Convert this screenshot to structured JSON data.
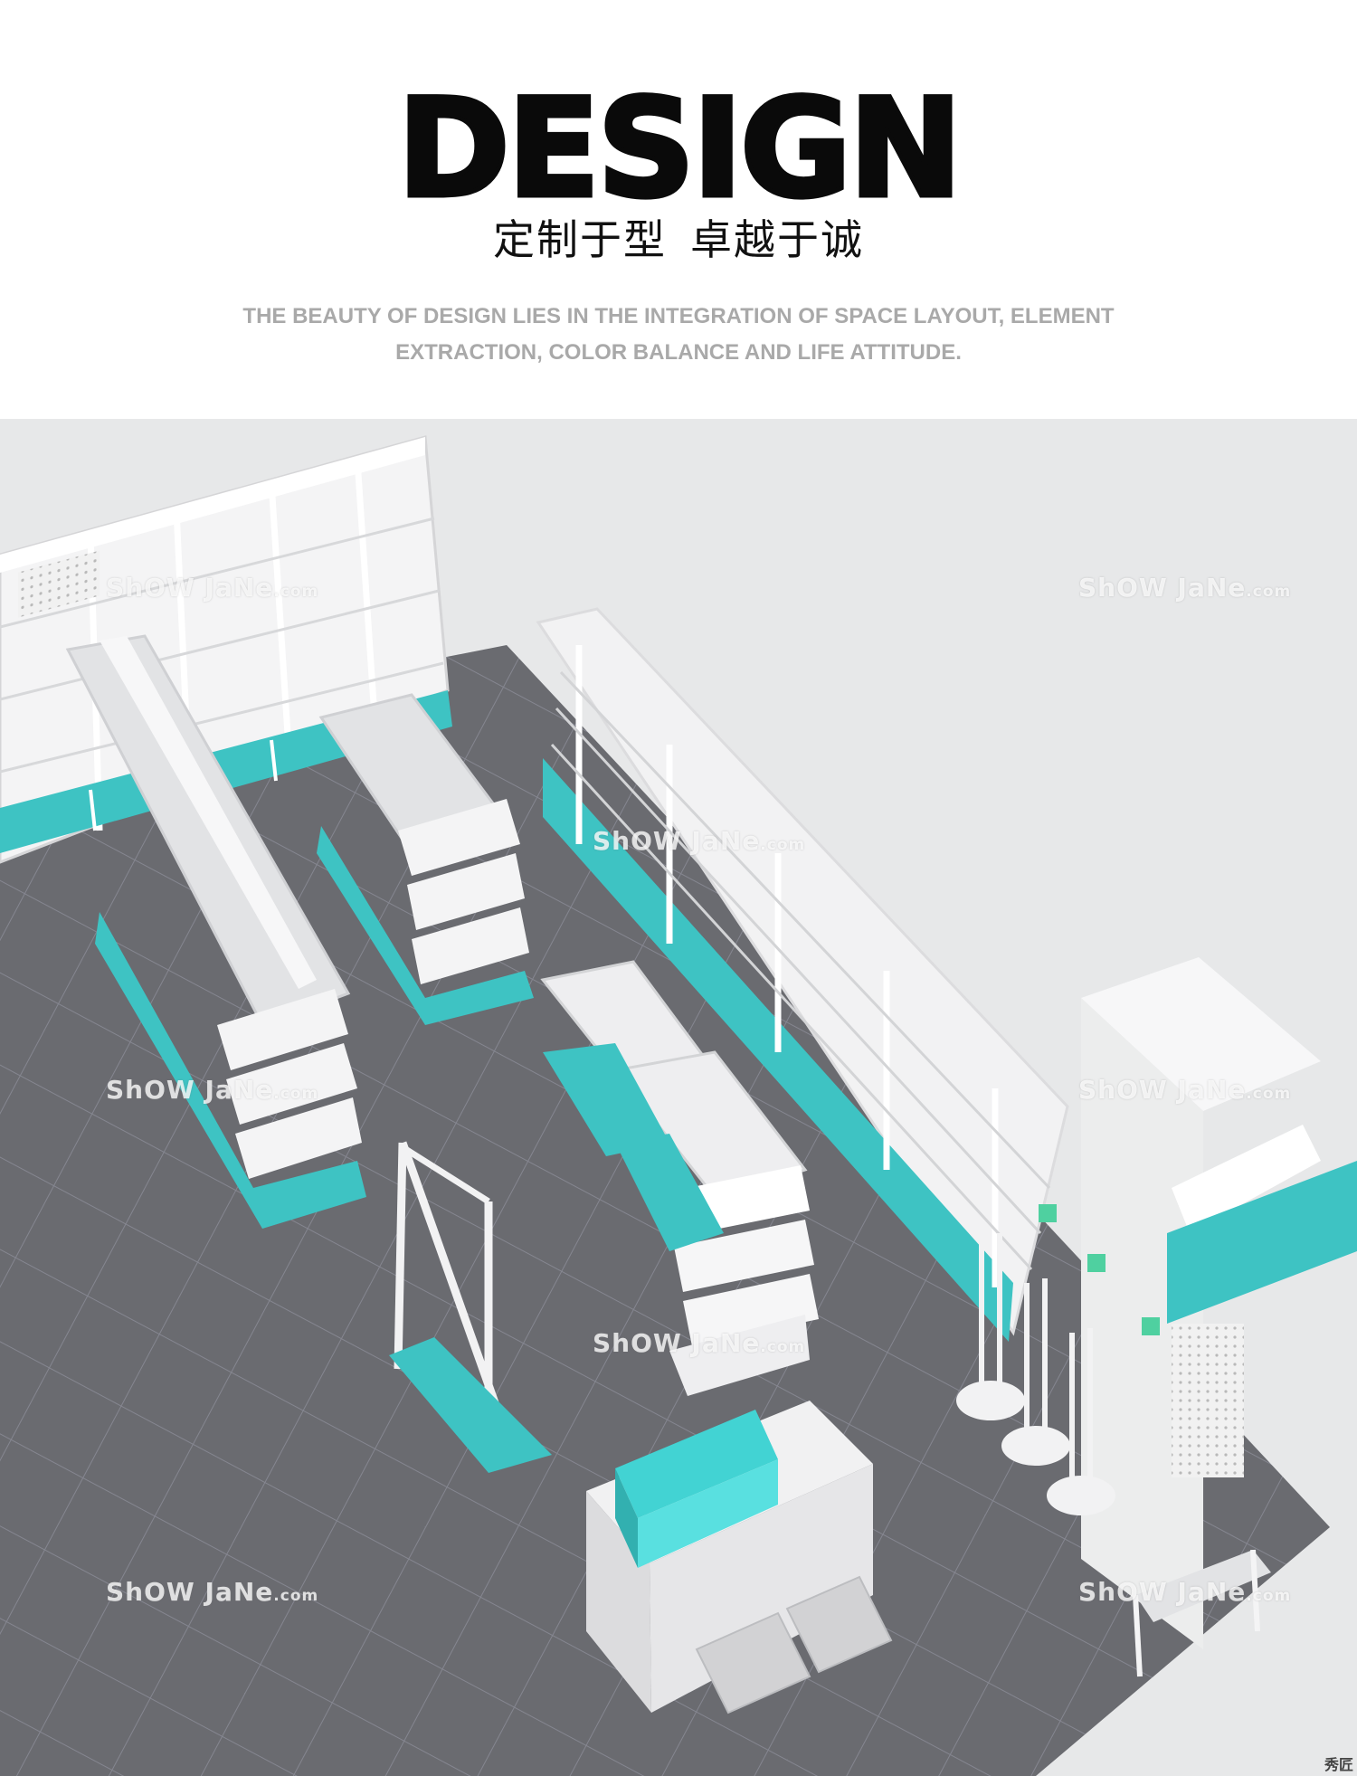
{
  "header": {
    "headline": "DESIGN",
    "subhead_left": "定制于型",
    "subhead_right": "卓越于诚",
    "tagline_line1": "THE BEAUTY OF DESIGN LIES IN THE INTEGRATION OF SPACE LAYOUT, ELEMENT",
    "tagline_line2": "EXTRACTION, COLOR BALANCE AND LIFE ATTITUDE."
  },
  "render": {
    "watermark_main": "ShOW JaNe",
    "watermark_suffix": ".com",
    "corner_mark": "秀匠"
  },
  "colors": {
    "background": "#ffffff",
    "room": "#e7e8e9",
    "floor": "#6a6b70",
    "accent_teal": "#3ec3c3",
    "shelf_white": "#f2f3f4",
    "headline": "#0a0a0a",
    "tagline": "#a9a9a9"
  }
}
